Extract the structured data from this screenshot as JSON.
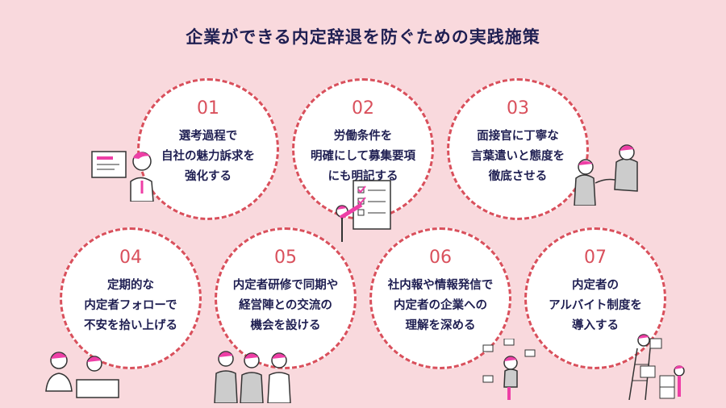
{
  "title": "企業ができる内定辞退を防ぐための実践施策",
  "colors": {
    "background": "#f9d9dd",
    "accent": "#d9505c",
    "text": "#1f1f52",
    "illustration_accent": "#ee3fa6"
  },
  "items": [
    {
      "number": "01",
      "text": "選考過程で\n自社の魅力訴求を\n強化する",
      "illustration": "presenter-with-screen"
    },
    {
      "number": "02",
      "text": "労働条件を\n明確にして募集要項\nにも明記する",
      "illustration": "checklist-with-pencil"
    },
    {
      "number": "03",
      "text": "面接官に丁寧な\n言葉遣いと態度を\n徹底させる",
      "illustration": "two-people-shaking-hands"
    },
    {
      "number": "04",
      "text": "定期的な\n内定者フォローで\n不安を拾い上げる",
      "illustration": "two-people-talking"
    },
    {
      "number": "05",
      "text": "内定者研修で同期や\n経営陣との交流の\n機会を設ける",
      "illustration": "group-conversation"
    },
    {
      "number": "06",
      "text": "社内報や情報発信で\n内定者の企業への\n理解を深める",
      "illustration": "person-with-letters"
    },
    {
      "number": "07",
      "text": "内定者の\nアルバイト制度を\n導入する",
      "illustration": "people-with-boxes"
    }
  ]
}
